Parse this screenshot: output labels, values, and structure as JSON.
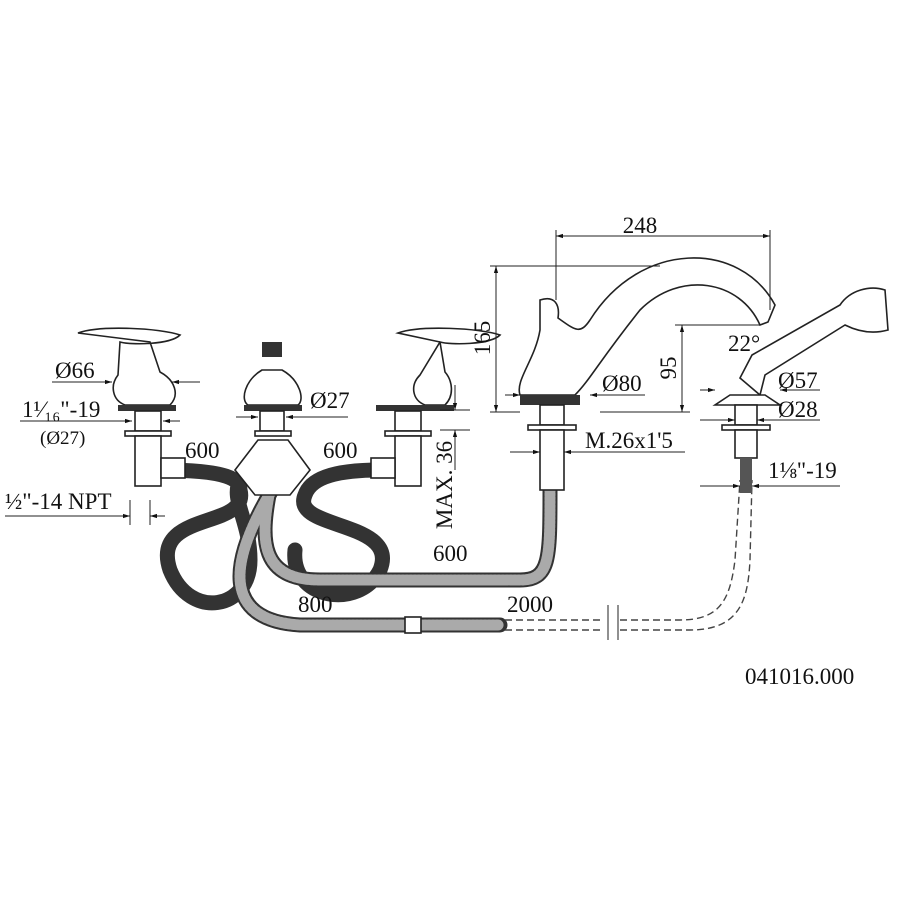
{
  "drawing": {
    "code": "041016.000",
    "dimensions": {
      "spout_reach": "248",
      "spout_height": "165",
      "spout_outlet_height": "95",
      "spout_angle": "22°",
      "spout_base_diameter": "Ø80",
      "spout_thread": "M.26x1'5",
      "shower_base_diameter": "Ø57",
      "shower_shank_diameter": "Ø28",
      "shower_thread": "1⅛\"-19",
      "handle_diameter": "Ø66",
      "handle_thread": "1¹⁄₁₆\"-19",
      "handle_thread_diameter": "(Ø27)",
      "diverter_shank_diameter": "Ø27",
      "hose_left": "600",
      "hose_right": "600",
      "deck_thickness": "MAX. 36",
      "inlet_thread": "½\"-14 NPT",
      "hose_spout": "600",
      "hose_shower": "800",
      "shower_hose": "2000"
    }
  }
}
